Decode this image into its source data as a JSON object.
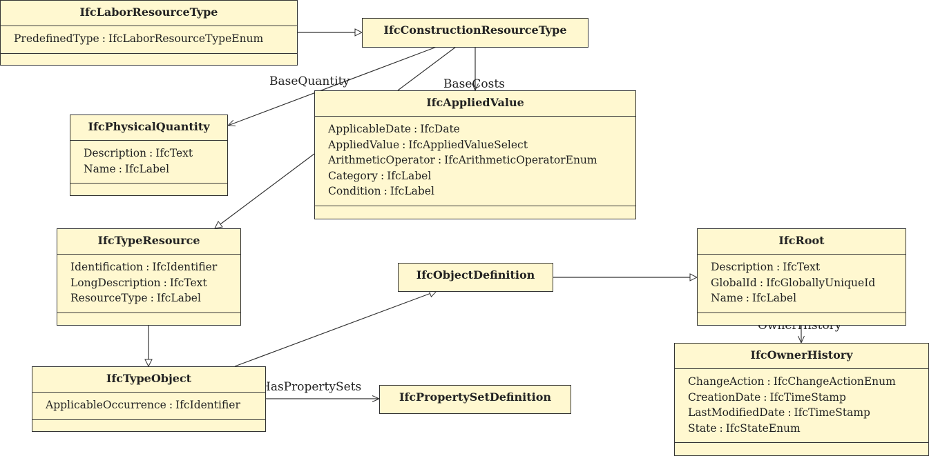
{
  "classes": {
    "labor_resource_type": {
      "name": "IfcLaborResourceType",
      "attributes": [
        {
          "name": "PredefinedType",
          "type": "IfcLaborResourceTypeEnum"
        }
      ]
    },
    "construction_resource_type": {
      "name": "IfcConstructionResourceType"
    },
    "physical_quantity": {
      "name": "IfcPhysicalQuantity",
      "attributes": [
        {
          "name": "Description",
          "type": "IfcText"
        },
        {
          "name": "Name",
          "type": "IfcLabel"
        }
      ]
    },
    "applied_value": {
      "name": "IfcAppliedValue",
      "attributes": [
        {
          "name": "ApplicableDate",
          "type": "IfcDate"
        },
        {
          "name": "AppliedValue",
          "type": "IfcAppliedValueSelect"
        },
        {
          "name": "ArithmeticOperator",
          "type": "IfcArithmeticOperatorEnum"
        },
        {
          "name": "Category",
          "type": "IfcLabel"
        },
        {
          "name": "Condition",
          "type": "IfcLabel"
        }
      ]
    },
    "type_resource": {
      "name": "IfcTypeResource",
      "attributes": [
        {
          "name": "Identification",
          "type": "IfcIdentifier"
        },
        {
          "name": "LongDescription",
          "type": "IfcText"
        },
        {
          "name": "ResourceType",
          "type": "IfcLabel"
        }
      ]
    },
    "object_definition": {
      "name": "IfcObjectDefinition"
    },
    "root": {
      "name": "IfcRoot",
      "attributes": [
        {
          "name": "Description",
          "type": "IfcText"
        },
        {
          "name": "GlobalId",
          "type": "IfcGloballyUniqueId"
        },
        {
          "name": "Name",
          "type": "IfcLabel"
        }
      ]
    },
    "type_object": {
      "name": "IfcTypeObject",
      "attributes": [
        {
          "name": "ApplicableOccurrence",
          "type": "IfcIdentifier"
        }
      ]
    },
    "property_set_definition": {
      "name": "IfcPropertySetDefinition"
    },
    "owner_history": {
      "name": "IfcOwnerHistory",
      "attributes": [
        {
          "name": "ChangeAction",
          "type": "IfcChangeActionEnum"
        },
        {
          "name": "CreationDate",
          "type": "IfcTimeStamp"
        },
        {
          "name": "LastModifiedDate",
          "type": "IfcTimeStamp"
        },
        {
          "name": "State",
          "type": "IfcStateEnum"
        }
      ]
    }
  },
  "association_labels": {
    "base_quantity": "BaseQuantity",
    "base_costs": "BaseCosts",
    "has_property_sets": "HasPropertySets",
    "owner_history": "OwnerHistory"
  },
  "attribute_separator": ":",
  "colors": {
    "class_fill": "#fff8d0",
    "line": "#333333"
  }
}
